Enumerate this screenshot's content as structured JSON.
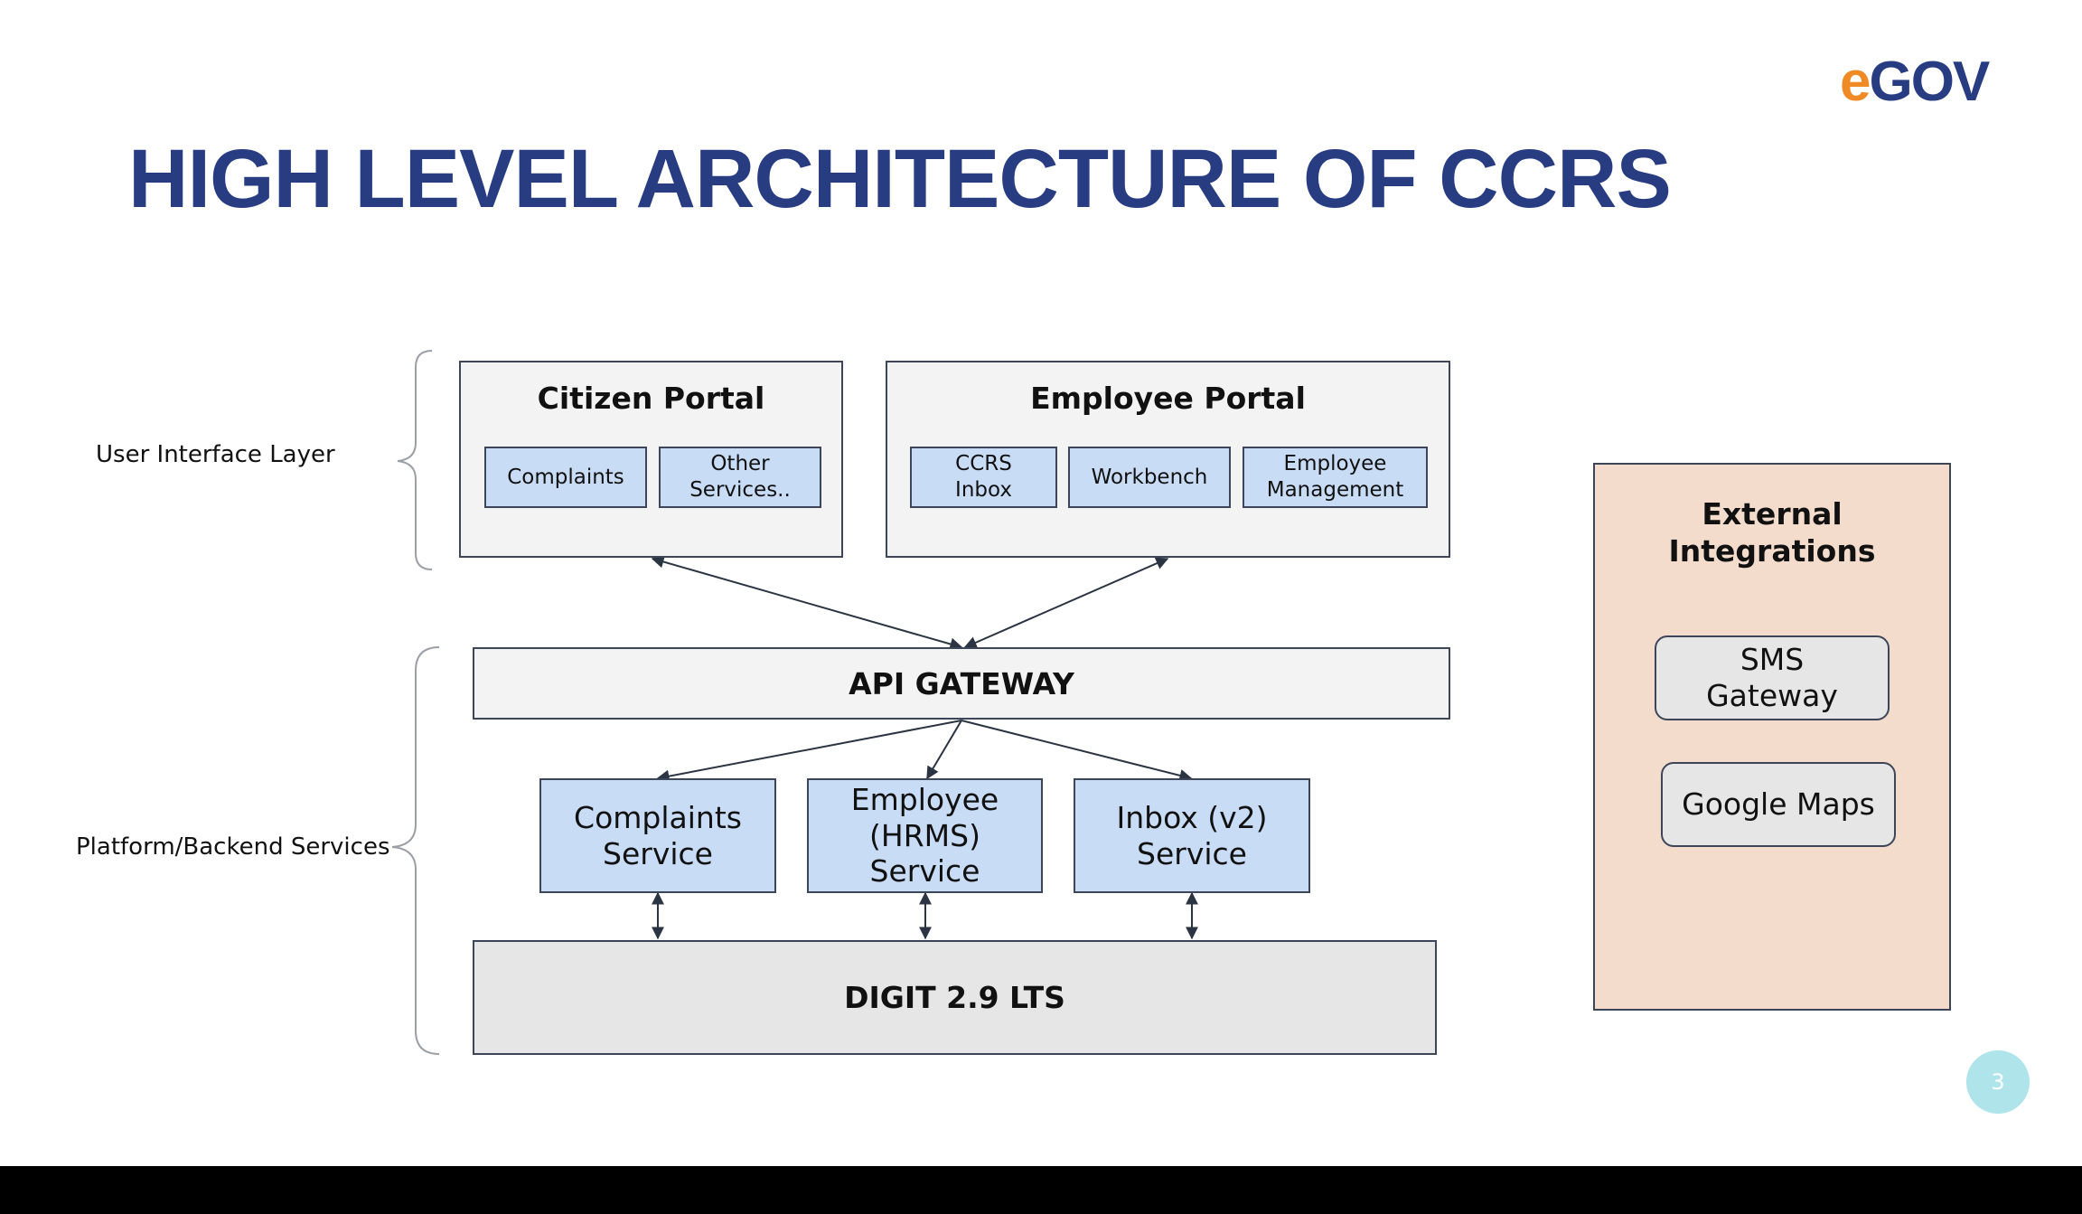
{
  "slide": {
    "title": "HIGH LEVEL ARCHITECTURE OF CCRS",
    "logo": {
      "part1": "e",
      "part2": "GOV"
    },
    "page_number": "3"
  },
  "layers": {
    "ui": "User Interface Layer",
    "platform": "Platform/Backend Services"
  },
  "citizen_portal": {
    "title": "Citizen Portal",
    "modules": [
      "Complaints",
      "Other\nServices.."
    ]
  },
  "employee_portal": {
    "title": "Employee Portal",
    "modules": [
      "CCRS\nInbox",
      "Workbench",
      "Employee\nManagement"
    ]
  },
  "api_gateway": "API GATEWAY",
  "services": [
    "Complaints\nService",
    "Employee\n(HRMS)\nService",
    "Inbox (v2)\nService"
  ],
  "digit": "DIGIT 2.9 LTS",
  "external": {
    "title": "External\nIntegrations",
    "items": [
      "SMS\nGateway",
      "Google Maps"
    ]
  },
  "colors": {
    "title": "#283c82",
    "logo_accent": "#f08a24",
    "module_fill": "#c9dcf6",
    "portal_fill": "#f3f3f3",
    "digit_fill": "#e6e6e6",
    "external_fill": "#f4dccd",
    "page_badge": "#aee4ea"
  }
}
